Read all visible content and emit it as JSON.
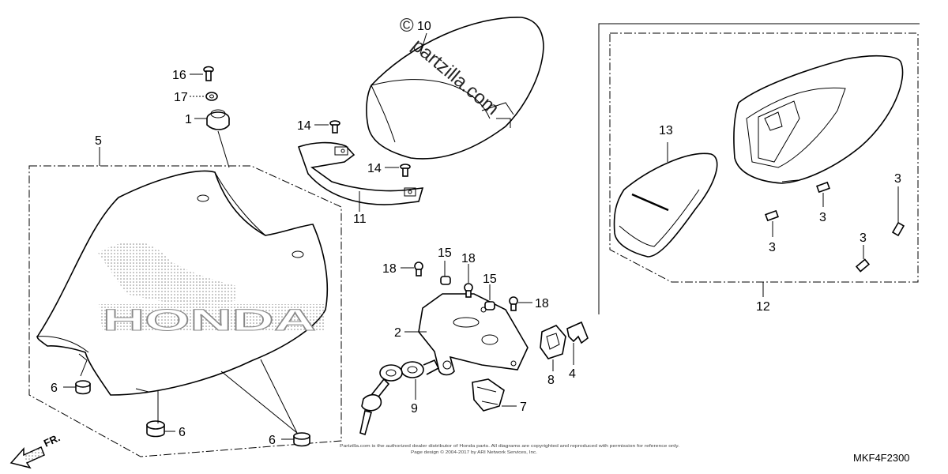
{
  "watermark": {
    "copyright_mark": "©",
    "brand_text": "partzilla.com"
  },
  "diagram_code": "MKF4F2300",
  "direction_marker": "FR.",
  "seat_graphic_text": "HONDA",
  "fine_print": {
    "line1": "Partzilla.com is the authorized dealer distributor of Honda parts. All diagrams are copyrighted and reproduced with permission for reference only.",
    "line2": "Page design © 2004-2017 by ARI Network Services, Inc."
  },
  "callouts": [
    {
      "id": "c16",
      "text": "16"
    },
    {
      "id": "c17",
      "text": "17"
    },
    {
      "id": "c1",
      "text": "1"
    },
    {
      "id": "c5",
      "text": "5"
    },
    {
      "id": "c14a",
      "text": "14"
    },
    {
      "id": "c14b",
      "text": "14"
    },
    {
      "id": "c10",
      "text": "10"
    },
    {
      "id": "c11",
      "text": "11"
    },
    {
      "id": "c13",
      "text": "13"
    },
    {
      "id": "c12",
      "text": "12"
    },
    {
      "id": "c3a",
      "text": "3"
    },
    {
      "id": "c3b",
      "text": "3"
    },
    {
      "id": "c3c",
      "text": "3"
    },
    {
      "id": "c3d",
      "text": "3"
    },
    {
      "id": "c18a",
      "text": "18"
    },
    {
      "id": "c15a",
      "text": "15"
    },
    {
      "id": "c18b",
      "text": "18"
    },
    {
      "id": "c15b",
      "text": "15"
    },
    {
      "id": "c18c",
      "text": "18"
    },
    {
      "id": "c2",
      "text": "2"
    },
    {
      "id": "c8",
      "text": "8"
    },
    {
      "id": "c4",
      "text": "4"
    },
    {
      "id": "c9",
      "text": "9"
    },
    {
      "id": "c7",
      "text": "7"
    },
    {
      "id": "c6a",
      "text": "6"
    },
    {
      "id": "c6b",
      "text": "6"
    },
    {
      "id": "c6c",
      "text": "6"
    }
  ]
}
